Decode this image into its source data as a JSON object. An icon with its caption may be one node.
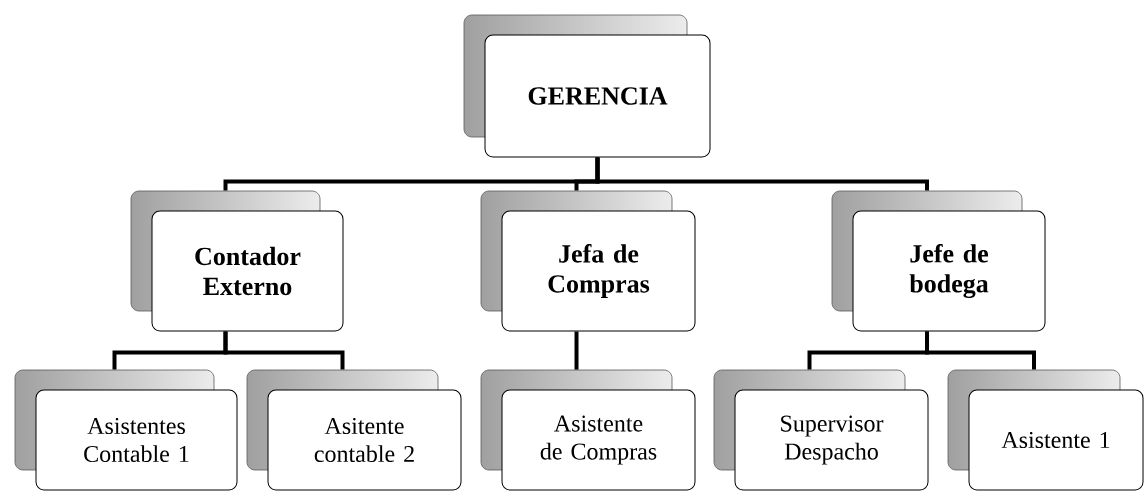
{
  "diagram": {
    "nodes": [
      {
        "text": [
          "GERENCIA"
        ]
      },
      {
        "text": [
          "Contador Externo"
        ]
      },
      {
        "text": [
          "Jefa de Compras"
        ]
      },
      {
        "text": [
          "Jefe de bodega"
        ]
      },
      {
        "text": [
          "Asistentes Contable 1"
        ]
      },
      {
        "text": [
          "Asitente contable 2"
        ]
      },
      {
        "text": [
          "Asistente de Compras"
        ]
      },
      {
        "text": [
          "Supervisor Despacho"
        ]
      },
      {
        "text": [
          "Asistente 1"
        ]
      }
    ],
    "edges": [
      {
        "from": 0,
        "to": 1,
        "arrow": "none"
      },
      {
        "from": 0,
        "to": 2,
        "arrow": "none"
      },
      {
        "from": 0,
        "to": 3,
        "arrow": "none"
      },
      {
        "from": 1,
        "to": 4,
        "arrow": "none"
      },
      {
        "from": 1,
        "to": 5,
        "arrow": "none"
      },
      {
        "from": 2,
        "to": 6,
        "arrow": "none"
      },
      {
        "from": 3,
        "to": 7,
        "arrow": "none"
      },
      {
        "from": 3,
        "to": 8,
        "arrow": "none"
      }
    ]
  }
}
